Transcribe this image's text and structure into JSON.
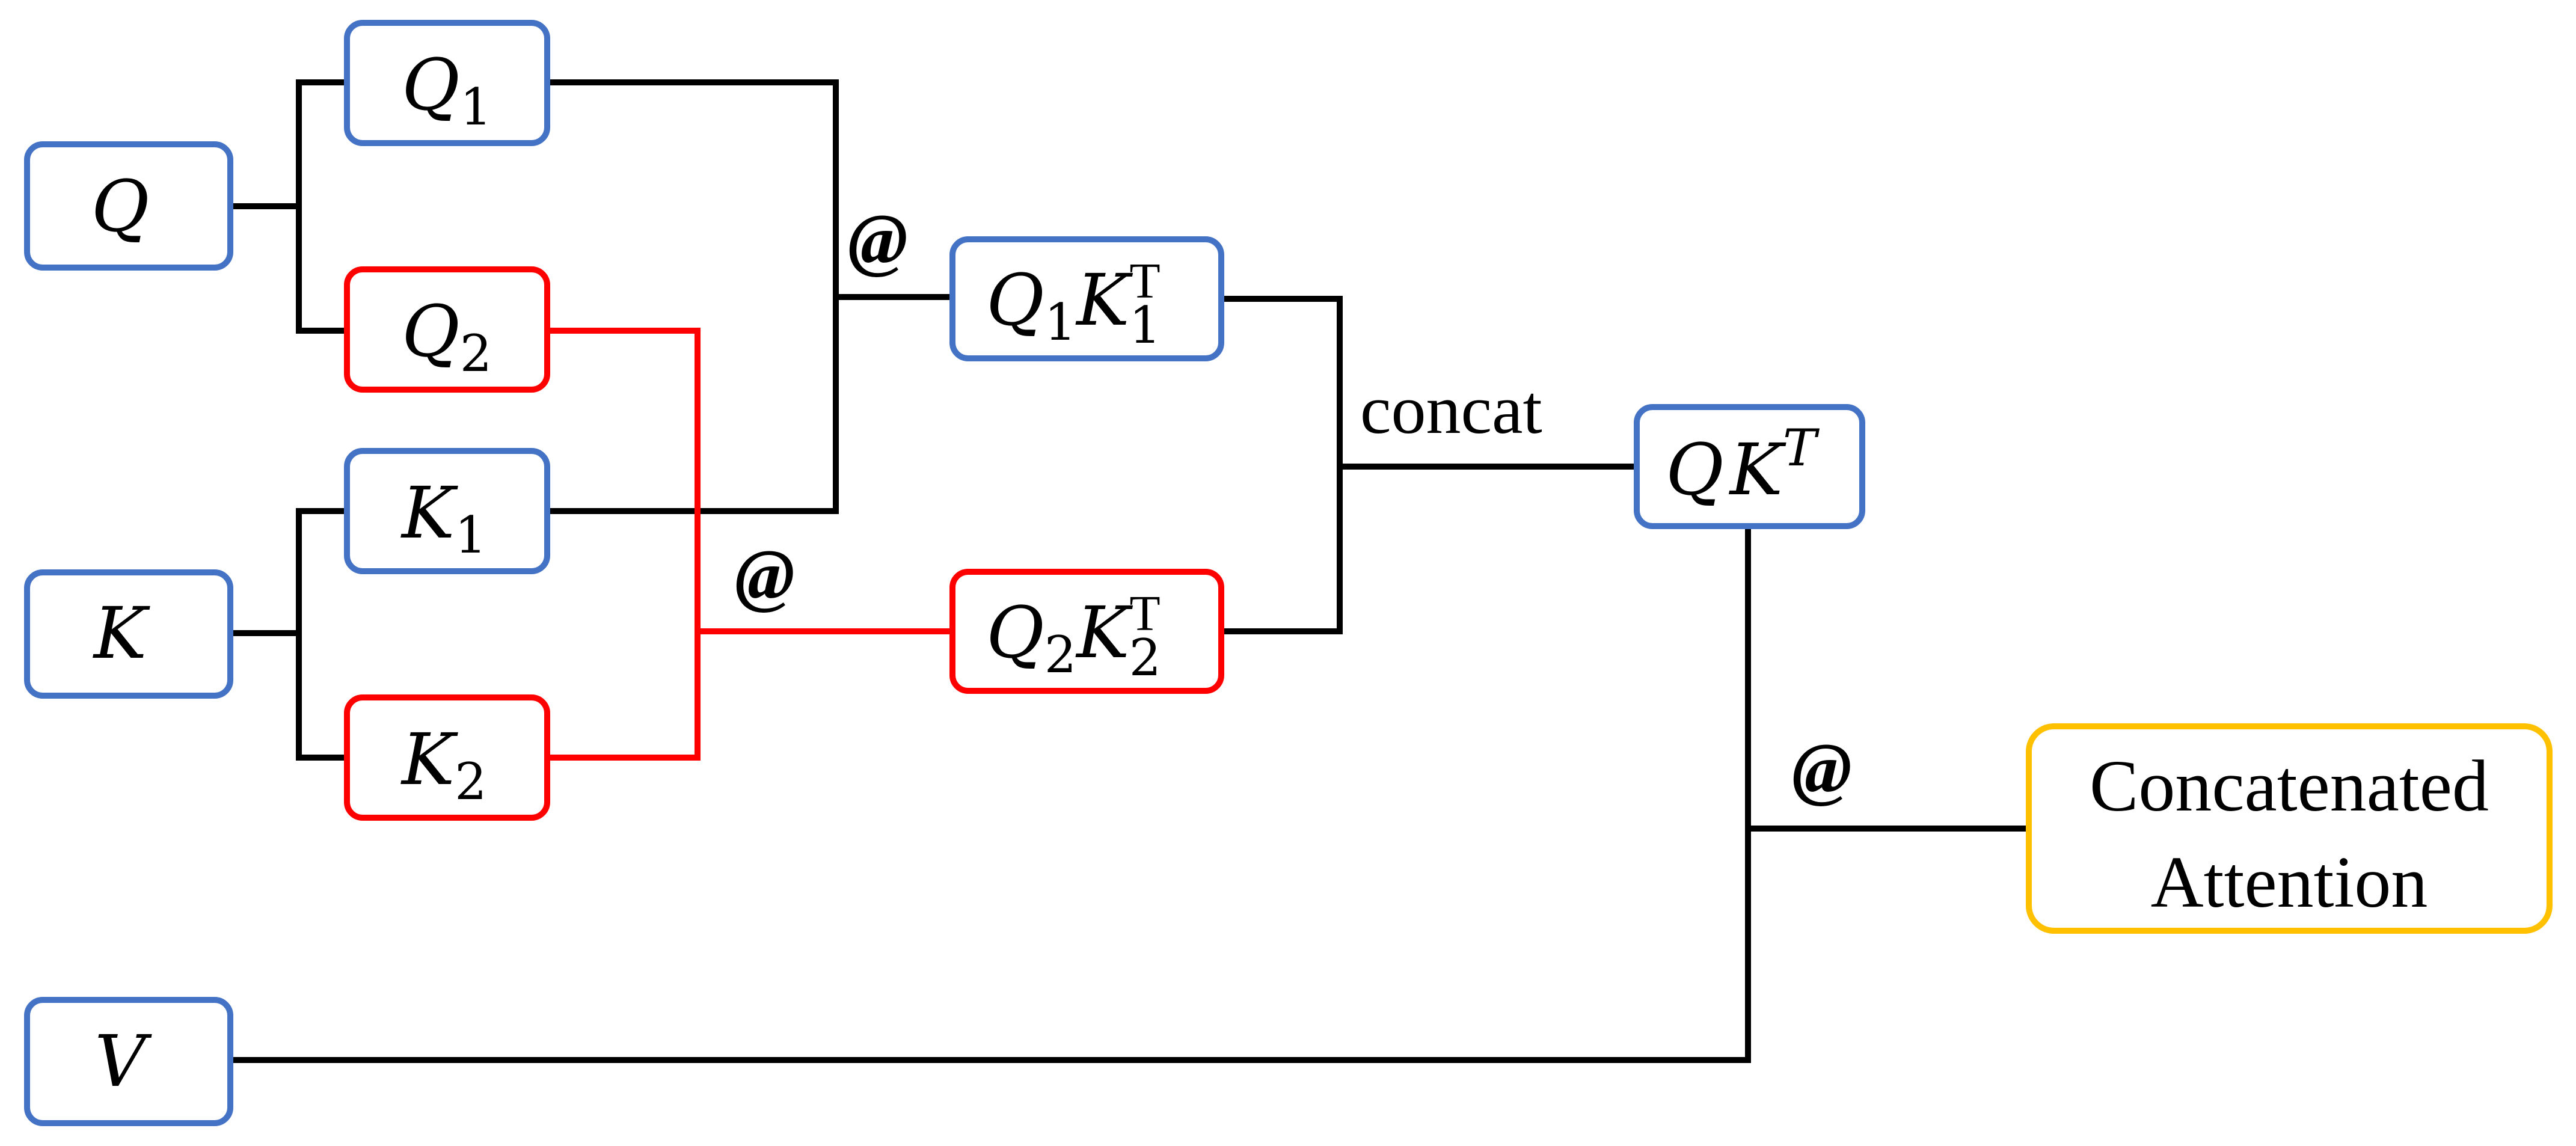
{
  "nodes": {
    "q": {
      "sym": "Q"
    },
    "k": {
      "sym": "K"
    },
    "v": {
      "sym": "V"
    },
    "q1": {
      "sym": "Q",
      "sub": "1"
    },
    "q2": {
      "sym": "Q",
      "sub": "2"
    },
    "k1": {
      "sym": "K",
      "sub": "1"
    },
    "k2": {
      "sym": "K",
      "sub": "2"
    },
    "q1k1t": {
      "a": "Q",
      "a_sub": "1",
      "b": "K",
      "b_sub": "1",
      "sup": "T"
    },
    "q2k2t": {
      "a": "Q",
      "a_sub": "2",
      "b": "K",
      "b_sub": "2",
      "sup": "T"
    },
    "qkt": {
      "a": "Q",
      "b": "K",
      "sup": "T"
    },
    "output": {
      "line1": "Concatenated",
      "line2": "Attention"
    }
  },
  "operators": {
    "matmul_1": "@",
    "matmul_2": "@",
    "matmul_3": "@",
    "concat": "concat"
  },
  "colors": {
    "branch_1": "#4472C4",
    "branch_2": "#FF0000",
    "output": "#FFC000",
    "wire": "#000000"
  }
}
